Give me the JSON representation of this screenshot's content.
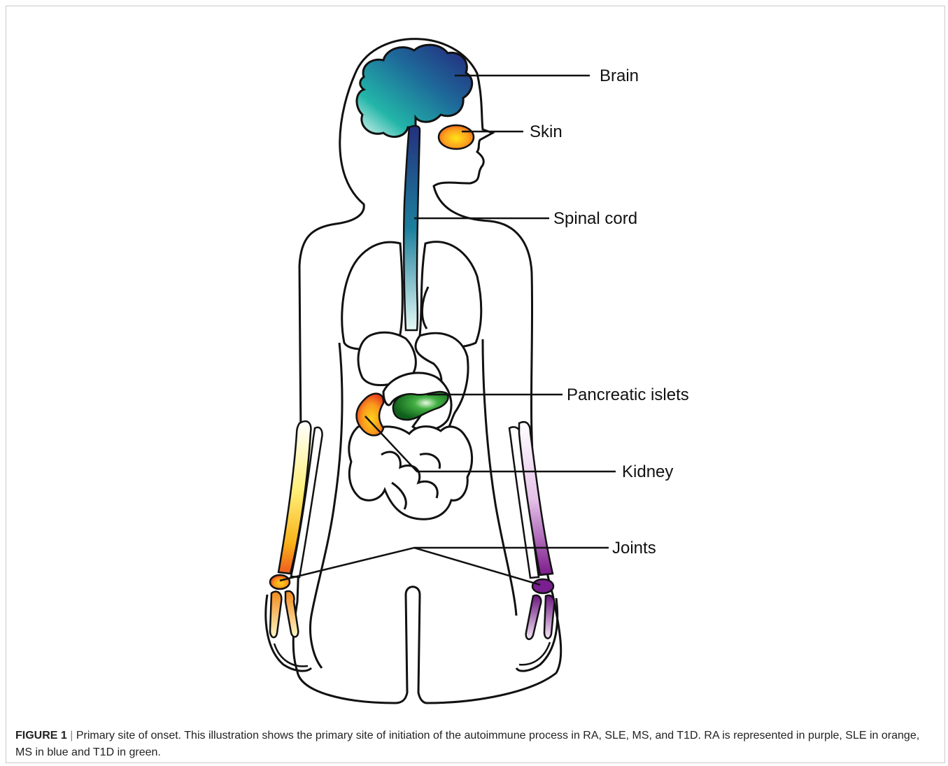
{
  "labels": {
    "brain": "Brain",
    "skin": "Skin",
    "spinal_cord": "Spinal cord",
    "pancreatic_islets": "Pancreatic islets",
    "kidney": "Kidney",
    "joints": "Joints"
  },
  "caption": {
    "figure_label": "FIGURE 1",
    "separator": " | ",
    "text": "Primary site of onset. This illustration shows the primary site of initiation of the autoimmune process in RA, SLE, MS, and T1D. RA is represented in purple, SLE in orange, MS in blue and T1D in green."
  },
  "colors": {
    "ra_purple": "#7a1f8f",
    "sle_orange": "#f07a14",
    "ms_blue": "#2b2f86",
    "t1d_green": "#1f8a2a",
    "outline": "#111111"
  }
}
